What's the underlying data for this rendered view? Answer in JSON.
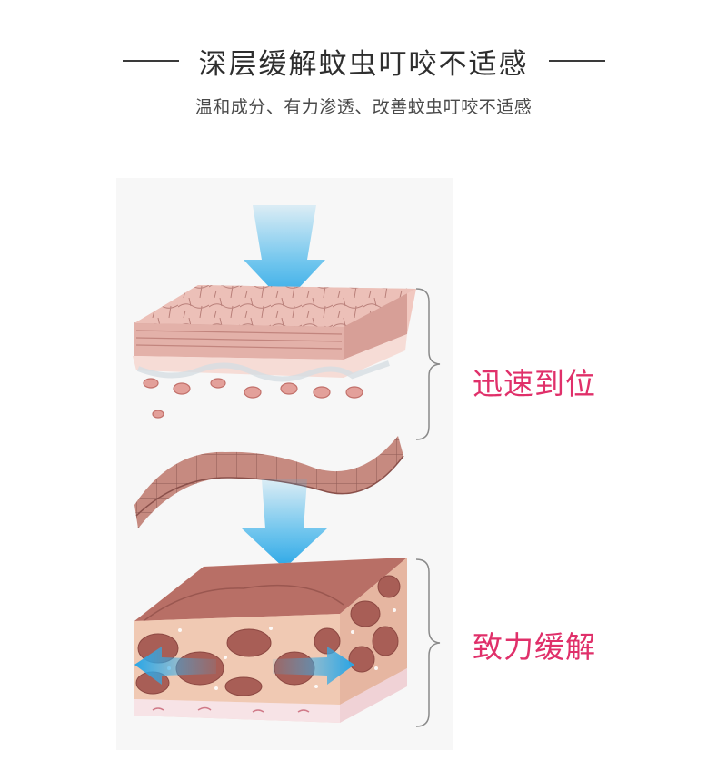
{
  "header": {
    "title": "深层缓解蚊虫叮咬不适感",
    "subtitle": "温和成分、有力渗透、改善蚊虫叮咬不适感"
  },
  "labels": {
    "top": "迅速到位",
    "bottom": "致力缓解"
  },
  "colors": {
    "accent": "#e0306a",
    "arrow": "#3fb3ea",
    "skin_top": "#e8b2aa",
    "tissue": "#b56f68"
  }
}
